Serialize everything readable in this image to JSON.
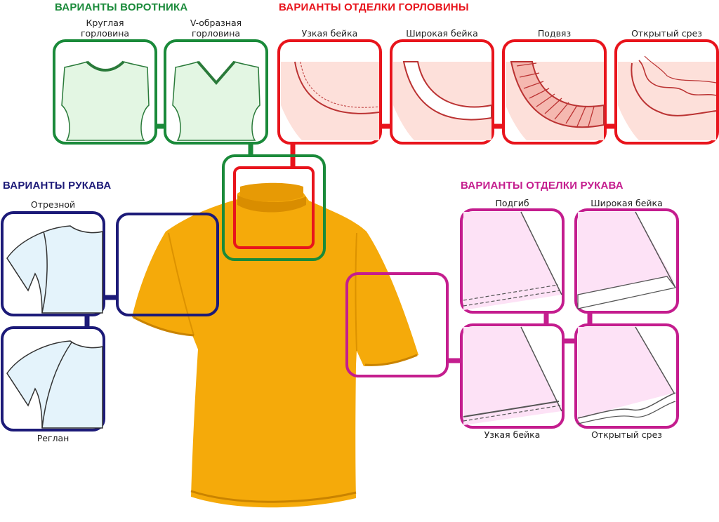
{
  "headers": {
    "collar": "ВАРИАНТЫ ВОРОТНИКА",
    "neck_finish": "ВАРИАНТЫ ОТДЕЛКИ ГОРЛОВИНЫ",
    "sleeve": "ВАРИАНТЫ  РУКАВА",
    "sleeve_finish": "ВАРИАНТЫ ОТДЕЛКИ РУКАВА"
  },
  "collar_options": [
    {
      "line1": "Круглая",
      "line2": "горловина"
    },
    {
      "line1": "V-образная",
      "line2": "горловина"
    }
  ],
  "neck_finish_options": [
    "Узкая бейка",
    "Широкая бейка",
    "Подвяз",
    "Открытый срез"
  ],
  "sleeve_options": [
    "Отрезной",
    "Реглан"
  ],
  "sleeve_finish_options": [
    "Подгиб",
    "Широкая бейка",
    "Узкая бейка",
    "Открытый срез"
  ],
  "colors": {
    "collar": "#1a8a3a",
    "neck_finish": "#e8141c",
    "sleeve": "#1c1a78",
    "sleeve_finish": "#c41d8e",
    "tshirt": "#f5aa0a",
    "collar_fill": "#e3f6e3",
    "neck_fill": "#fde0da",
    "sleeve_fill": "#e4f3fb",
    "sleeve_finish_fill": "#fde2f6"
  }
}
